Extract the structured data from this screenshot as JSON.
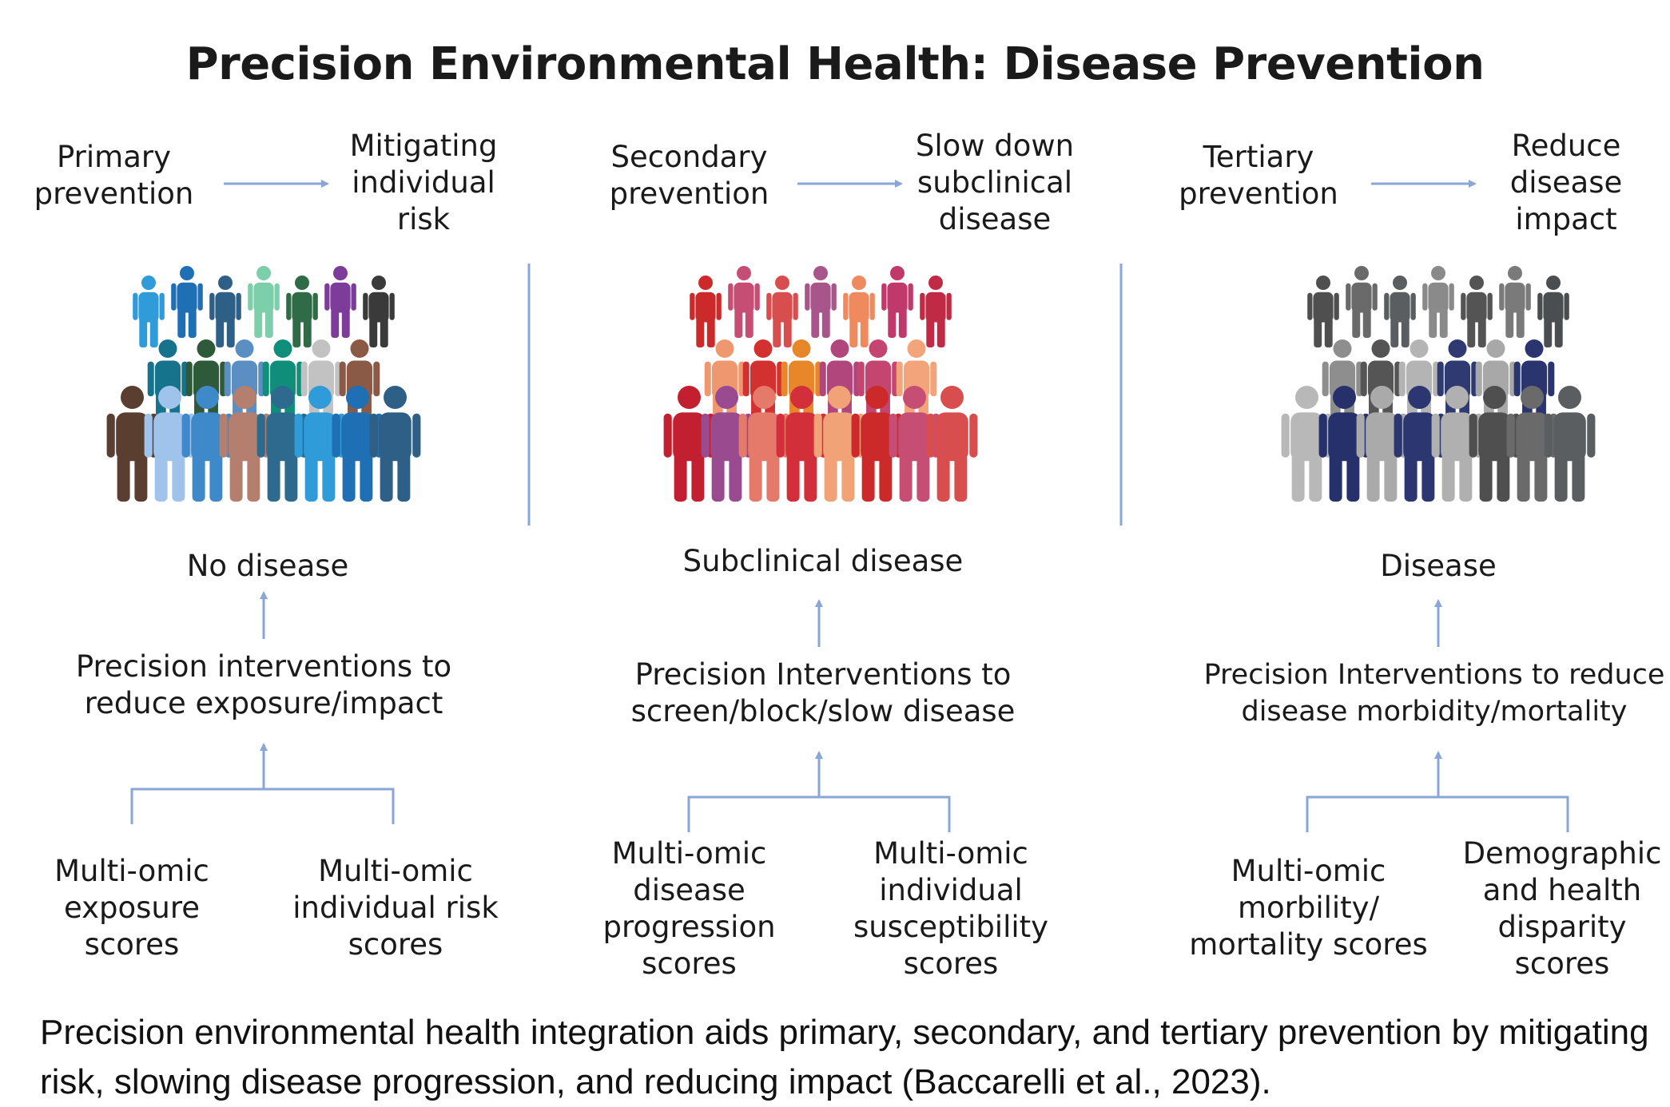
{
  "title": "Precision Environmental Health: Disease Prevention",
  "columns": [
    {
      "prevention": "Primary\nprevention",
      "goal": "Mitigating\nindividual\nrisk",
      "state": "No disease",
      "intervention": "Precision interventions to\nreduce exposure/impact",
      "scores": [
        "Multi-omic\nexposure\nscores",
        "Multi-omic\nindividual risk\nscores"
      ],
      "palette": [
        "#2f9bd8",
        "#1e6fb4",
        "#2e5f86",
        "#7ccfaa",
        "#2f6b46",
        "#7d3b9a",
        "#3a3a3a",
        "#17728c",
        "#2e5a3a",
        "#5b8ec2",
        "#0f8f79",
        "#c2c2c2",
        "#8a5a46",
        "#5a3f30",
        "#9fc3ea",
        "#3e89c9",
        "#b57f6f",
        "#2d6a8e"
      ]
    },
    {
      "prevention": "Secondary\nprevention",
      "goal": "Slow down\nsubclinical\ndisease",
      "state": "Subclinical disease",
      "intervention": "Precision Interventions to\nscreen/block/slow disease",
      "scores": [
        "Multi-omic\ndisease\nprogression\nscores",
        "Multi-omic\nindividual\nsusceptibility\nscores"
      ],
      "palette": [
        "#cc2a2a",
        "#c64e74",
        "#d84e4e",
        "#a8558c",
        "#ef8a5e",
        "#c0396a",
        "#c02a44",
        "#ef9870",
        "#d33030",
        "#e8862a",
        "#b0467c",
        "#c4456f",
        "#f4a47a",
        "#c22030",
        "#9a4a8e",
        "#e57a6a",
        "#d22f3a",
        "#f1a276"
      ]
    },
    {
      "prevention": "Tertiary\nprevention",
      "goal": "Reduce\ndisease\nimpact",
      "state": "Disease",
      "intervention": "Precision Interventions to reduce\ndisease morbidity/mortality",
      "scores": [
        "Multi-omic\nmorbility/\nmortality scores",
        "Demographic\nand health\ndisparity\nscores"
      ],
      "palette": [
        "#4f4f4f",
        "#6a6a6a",
        "#5a5e60",
        "#8a8a8a",
        "#545454",
        "#7a7a7a",
        "#4a4e50",
        "#8e8e8e",
        "#555555",
        "#b4b4b4",
        "#2f3a73",
        "#a8a8a8",
        "#2a3570",
        "#b8b8b8",
        "#26306a",
        "#aaaaaa",
        "#2c3670",
        "#b0b0b0"
      ]
    }
  ],
  "caption": "Precision environmental health integration aids primary, secondary, and tertiary prevention by mitigating risk, slowing disease progression, and reducing impact (Baccarelli et al., 2023).",
  "colors": {
    "accent": "#8aa6d6"
  }
}
